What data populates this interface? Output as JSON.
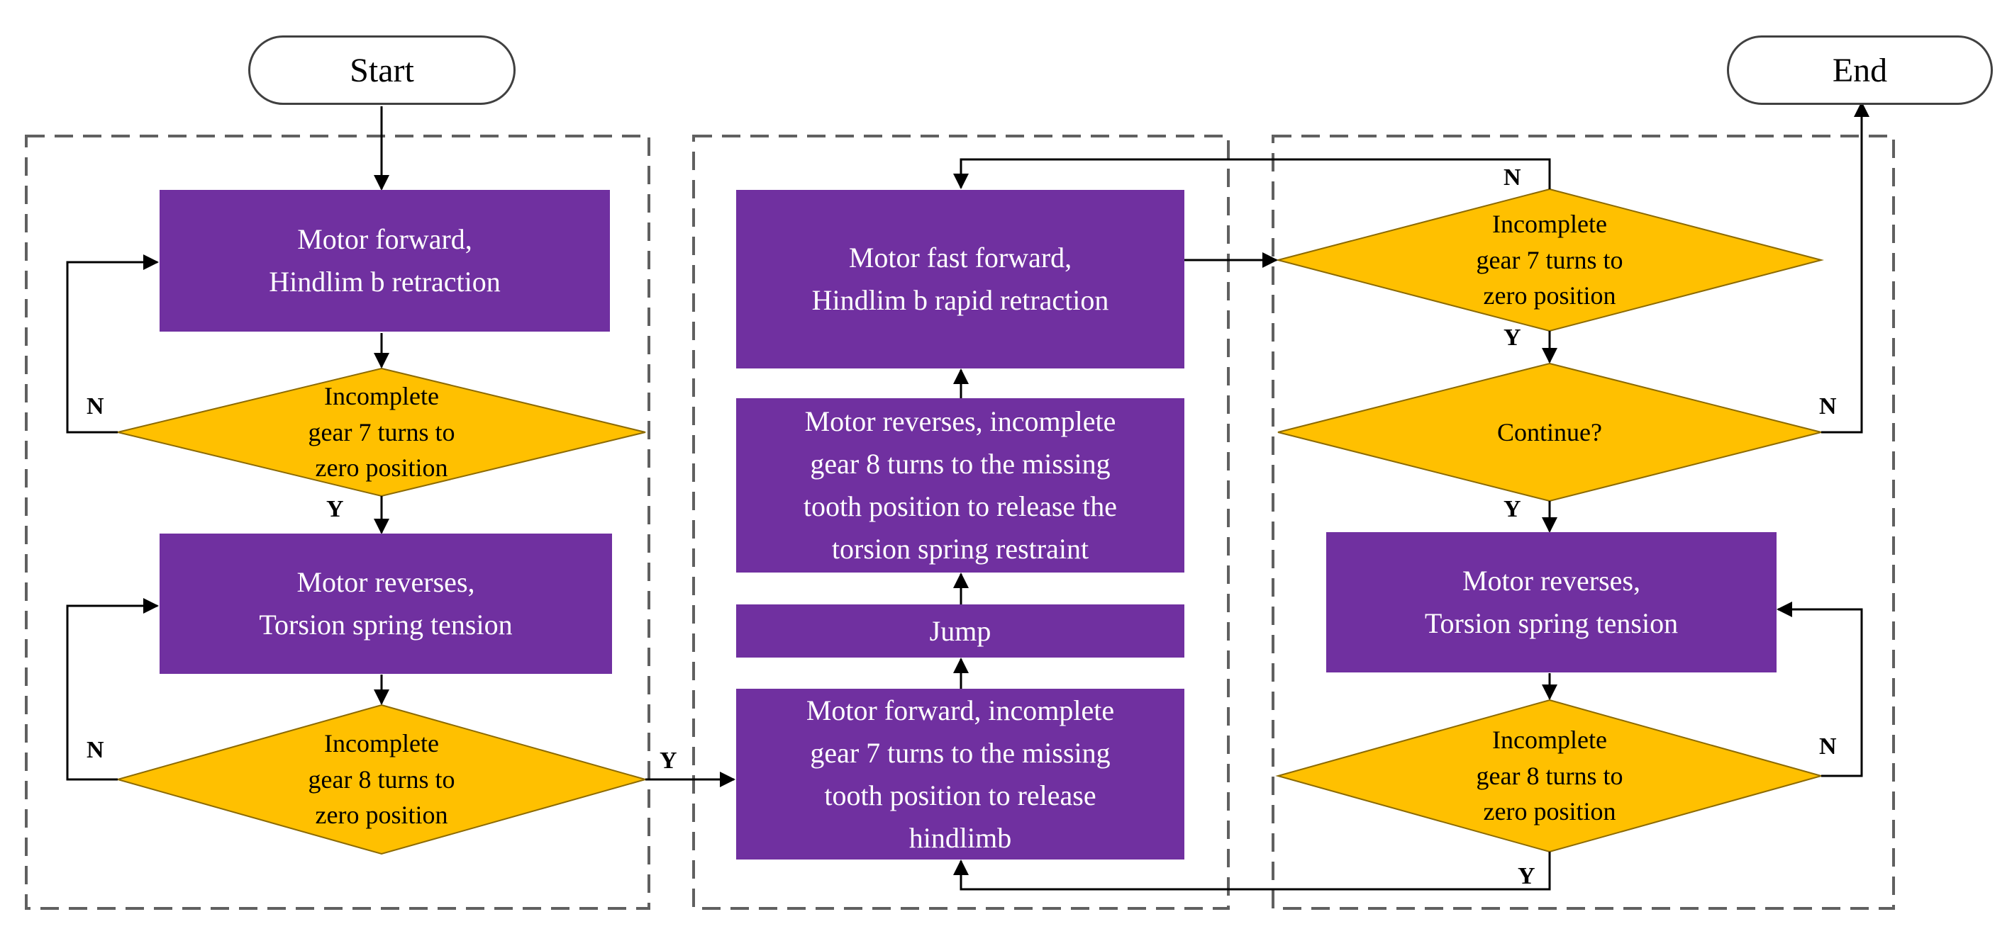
{
  "colors": {
    "process_fill": "#7030a0",
    "decision_fill": "#ffc000",
    "decision_stroke": "#8c6a00",
    "line": "#000000",
    "group_border": "#606060"
  },
  "terminals": {
    "start": "Start",
    "end": "End"
  },
  "left": {
    "p1": [
      "Motor forward,",
      "Hindlim b retraction"
    ],
    "d1": [
      "Incomplete",
      "gear 7 turns to",
      "zero position"
    ],
    "p2": [
      "Motor reverses,",
      "Torsion spring tension"
    ],
    "d2": [
      "Incomplete",
      "gear 8 turns to",
      "zero position"
    ]
  },
  "middle": {
    "p_fast": [
      "Motor fast forward,",
      "Hindlim b rapid retraction"
    ],
    "p_release": [
      "Motor reverses, incomplete",
      "gear 8 turns to the missing",
      "tooth position to release the",
      "torsion spring restraint"
    ],
    "p_jump": [
      "Jump"
    ],
    "p_forward": [
      "Motor forward, incomplete",
      "gear 7 turns to the missing",
      "tooth position to release",
      "hindlimb"
    ]
  },
  "right": {
    "d1": [
      "Incomplete",
      "gear 7 turns to",
      "zero position"
    ],
    "d_continue": [
      "Continue?"
    ],
    "p_rev": [
      "Motor reverses,",
      "Torsion spring tension"
    ],
    "d2": [
      "Incomplete",
      "gear 8 turns to",
      "zero position"
    ]
  },
  "branch_labels": {
    "yes": "Y",
    "no": "N"
  }
}
